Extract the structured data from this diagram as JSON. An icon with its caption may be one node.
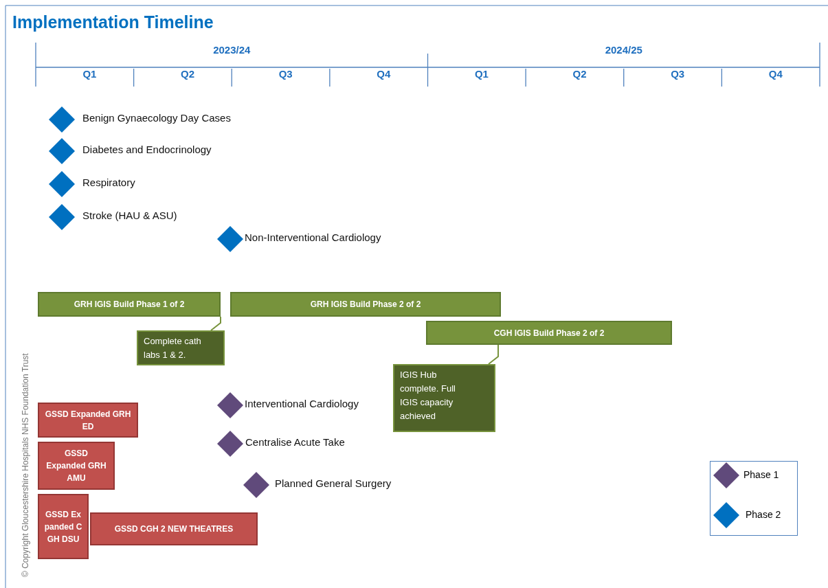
{
  "diagram": {
    "title": "Implementation Timeline",
    "nodes": [
      {
        "text": [
          "GRH IGIS Build Phase 1 of 2"
        ]
      },
      {
        "text": [
          "GRH IGIS Build Phase 2 of 2"
        ]
      },
      {
        "text": [
          "CGH IGIS Build Phase 2 of 2"
        ]
      },
      {
        "text": [
          "Complete cath labs 1 & 2."
        ]
      },
      {
        "text": [
          "IGIS Hub complete. Full IGIS capacity achieved"
        ]
      },
      {
        "text": [
          "GSSD Expanded GRH ED"
        ]
      },
      {
        "text": [
          "GSSD Expanded GRH AMU"
        ]
      },
      {
        "text": [
          "GSSD Expanded CGH DSU"
        ]
      },
      {
        "text": [
          "GSSD CGH 2 NEW THEATRES"
        ]
      },
      {
        "text": [],
        "shape": "diamond",
        "beside": [
          "Benign Gynaecology Day Cases"
        ]
      },
      {
        "text": [],
        "shape": "diamond",
        "beside": [
          "Diabetes and Endocrinology"
        ]
      },
      {
        "text": [],
        "shape": "diamond",
        "beside": [
          "Respiratory"
        ]
      },
      {
        "text": [],
        "shape": "diamond",
        "beside": [
          "Stroke (HAU & ASU)"
        ]
      },
      {
        "text": [],
        "shape": "diamond",
        "beside": [
          "Non-Interventional Cardiology"
        ]
      },
      {
        "text": [],
        "shape": "diamond",
        "beside": [
          "Interventional Cardiology"
        ]
      },
      {
        "text": [],
        "shape": "diamond",
        "beside": [
          "Centralise Acute Take"
        ]
      },
      {
        "text": [],
        "shape": "diamond",
        "beside": [
          "Planned General Surgery"
        ]
      }
    ],
    "edges": [
      {
        "from": 0,
        "to": 3,
        "arrow": "none"
      },
      {
        "from": 2,
        "to": 4,
        "arrow": "none"
      }
    ],
    "labels": [
      "2023/24",
      "2024/25",
      "Q1",
      "Q2",
      "Q3",
      "Q4",
      "Q1",
      "Q2",
      "Q3",
      "Q4",
      "© Copyright Gloucestershire Hospitals NHS Foundation Trust"
    ],
    "legend": [
      {
        "text": "Phase 1",
        "color": "#604a7b"
      },
      {
        "text": "Phase 2",
        "color": "#0070c0"
      }
    ]
  }
}
